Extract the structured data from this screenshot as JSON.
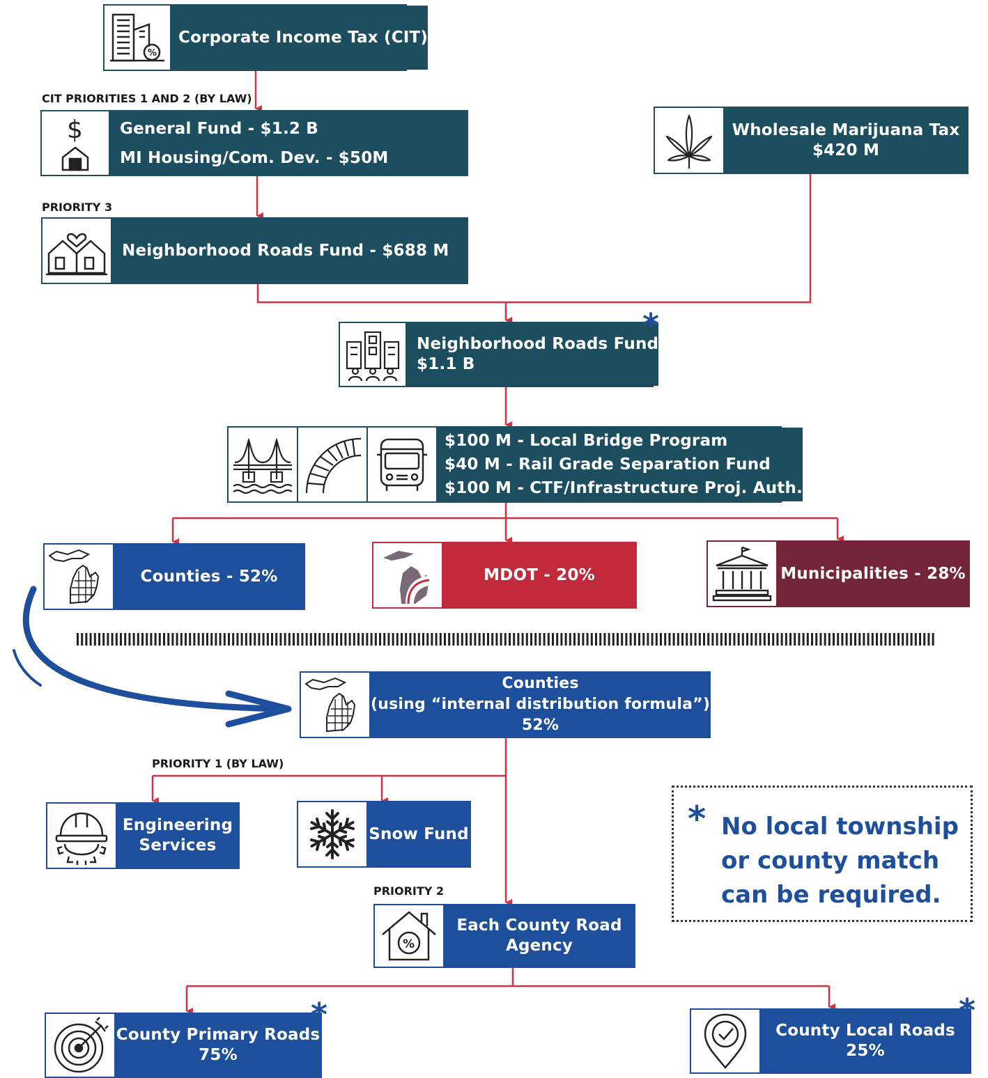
{
  "cit": {
    "label": "Corporate Income Tax (CIT)"
  },
  "caption_priorities_1_2": "CIT PRIORITIES 1 AND 2 (BY LAW)",
  "general_fund": {
    "line1": "General Fund - $1.2 B",
    "line2": "MI Housing/Com. Dev. - $50M"
  },
  "marijuana": {
    "line1": "Wholesale Marijuana Tax",
    "line2": "$420 M"
  },
  "caption_priority_3": "PRIORITY 3",
  "nrf_cit": {
    "label": "Neighborhood Roads Fund - $688 M"
  },
  "nrf_total": {
    "line1": "Neighborhood Roads Fund",
    "line2": "$1.1 B"
  },
  "programs": {
    "line1": "$100 M - Local Bridge Program",
    "line2": "$40 M - Rail Grade Separation Fund",
    "line3": "$100 M - CTF/Infrastructure Proj. Auth."
  },
  "counties_split": {
    "label": "Counties - 52%"
  },
  "mdot_split": {
    "label": "MDOT - 20%"
  },
  "municipalities_split": {
    "label": "Municipalities - 28%"
  },
  "counties_internal": {
    "line1": "Counties",
    "line2": "(using “internal distribution formula”)",
    "line3": "52%"
  },
  "caption_priority_1": "PRIORITY 1 (BY LAW)",
  "engineering": {
    "line1": "Engineering",
    "line2": "Services"
  },
  "snow": {
    "label": "Snow Fund"
  },
  "caption_priority_2": "PRIORITY 2",
  "county_agency": {
    "line1": "Each County Road",
    "line2": "Agency"
  },
  "primary_roads": {
    "line1": "County Primary Roads",
    "line2": "75%"
  },
  "local_roads": {
    "line1": "County Local Roads",
    "line2": "25%"
  },
  "note": {
    "symbol": "*",
    "line1": "No local township",
    "line2": "or county match",
    "line3": "can be required."
  },
  "asterisk": "*",
  "colors": {
    "teal": "#1d4e5f",
    "blue": "#1e4f9c",
    "red": "#c12a3a",
    "maroon": "#742638",
    "connector": "#d2313f"
  },
  "icons": [
    "building-percent-icon",
    "dollar-house-icon",
    "cannabis-leaf-icon",
    "houses-heart-icon",
    "buildings-people-icon",
    "bridge-icon",
    "rail-curve-icon",
    "bus-icon",
    "michigan-map-icon",
    "michigan-logo-icon",
    "capitol-icon",
    "hard-hat-gear-icon",
    "snowflake-icon",
    "house-percent-icon",
    "target-icon",
    "location-check-icon"
  ]
}
